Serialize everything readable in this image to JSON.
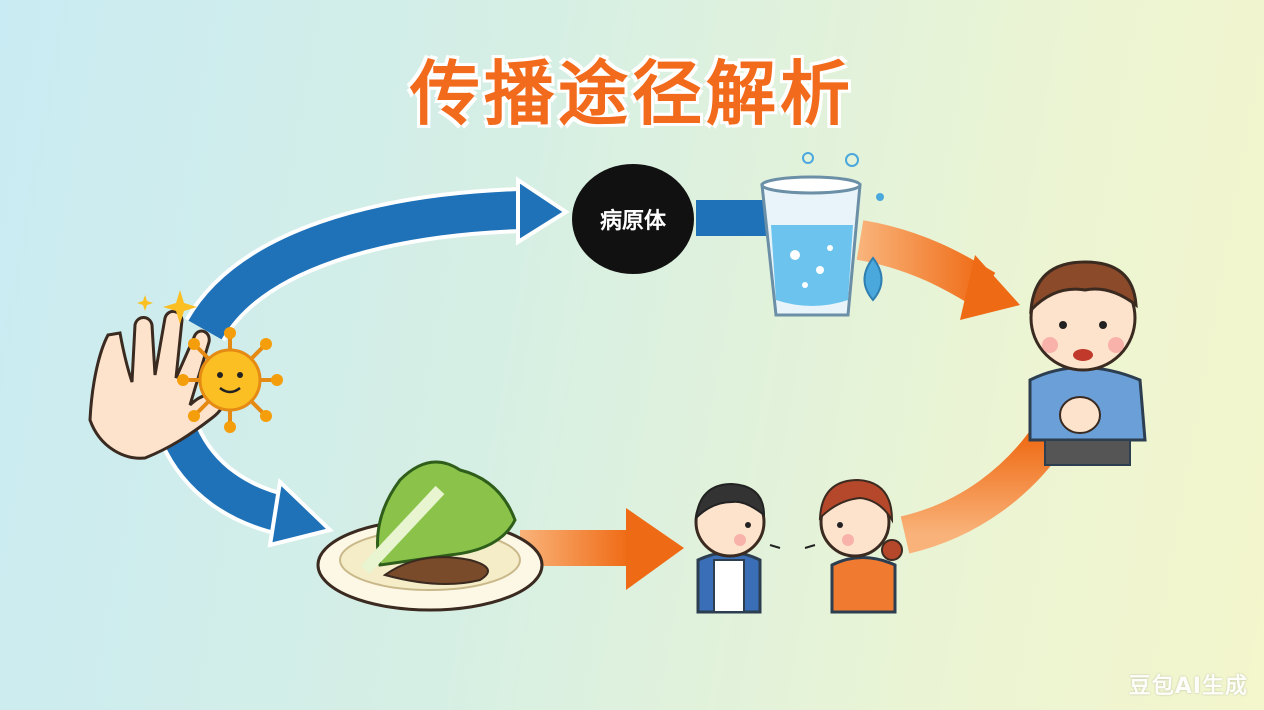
{
  "title": "传播途径解析",
  "pathogen_label": "病原体",
  "watermark": "豆包AI生成",
  "colors": {
    "title": "#f26a1b",
    "arrow_blue": "#1f72b8",
    "arrow_orange": "#f07a22"
  },
  "icons": [
    "hand-virus-icon",
    "water-glass-icon",
    "sick-boy-icon",
    "food-plate-icon",
    "talking-children-icon"
  ]
}
